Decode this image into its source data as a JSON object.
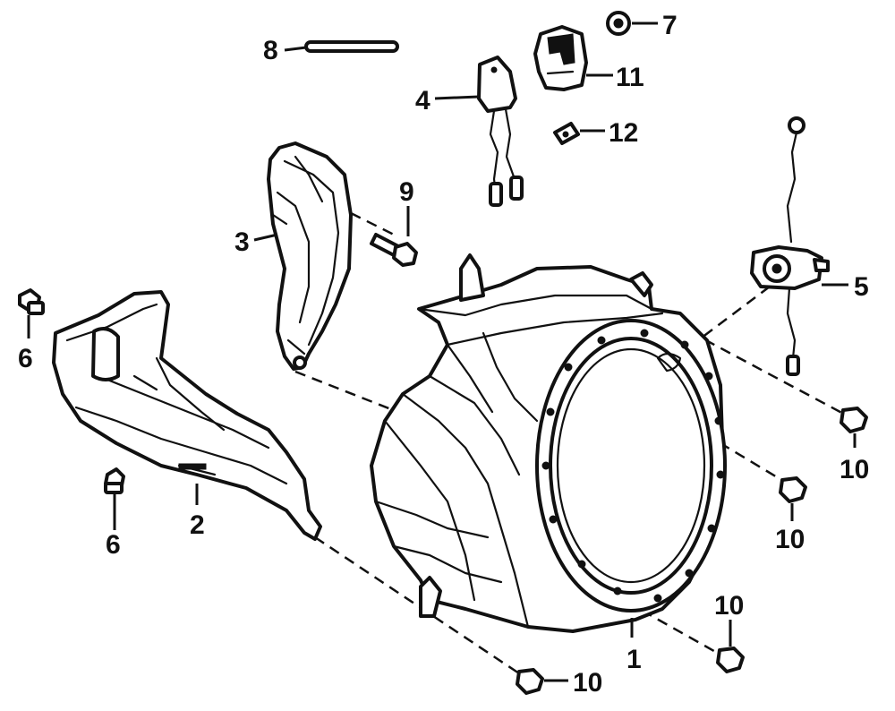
{
  "labels": {
    "part_1": "1",
    "part_2": "2",
    "part_3": "3",
    "part_4": "4",
    "part_5": "5",
    "part_6_a": "6",
    "part_6_b": "6",
    "part_7": "7",
    "part_8": "8",
    "part_9": "9",
    "part_10_a": "10",
    "part_10_b": "10",
    "part_10_c": "10",
    "part_10_d": "10",
    "part_11": "11",
    "part_12": "12"
  },
  "colors": {
    "ink": "#111111",
    "paper": "#ffffff"
  }
}
